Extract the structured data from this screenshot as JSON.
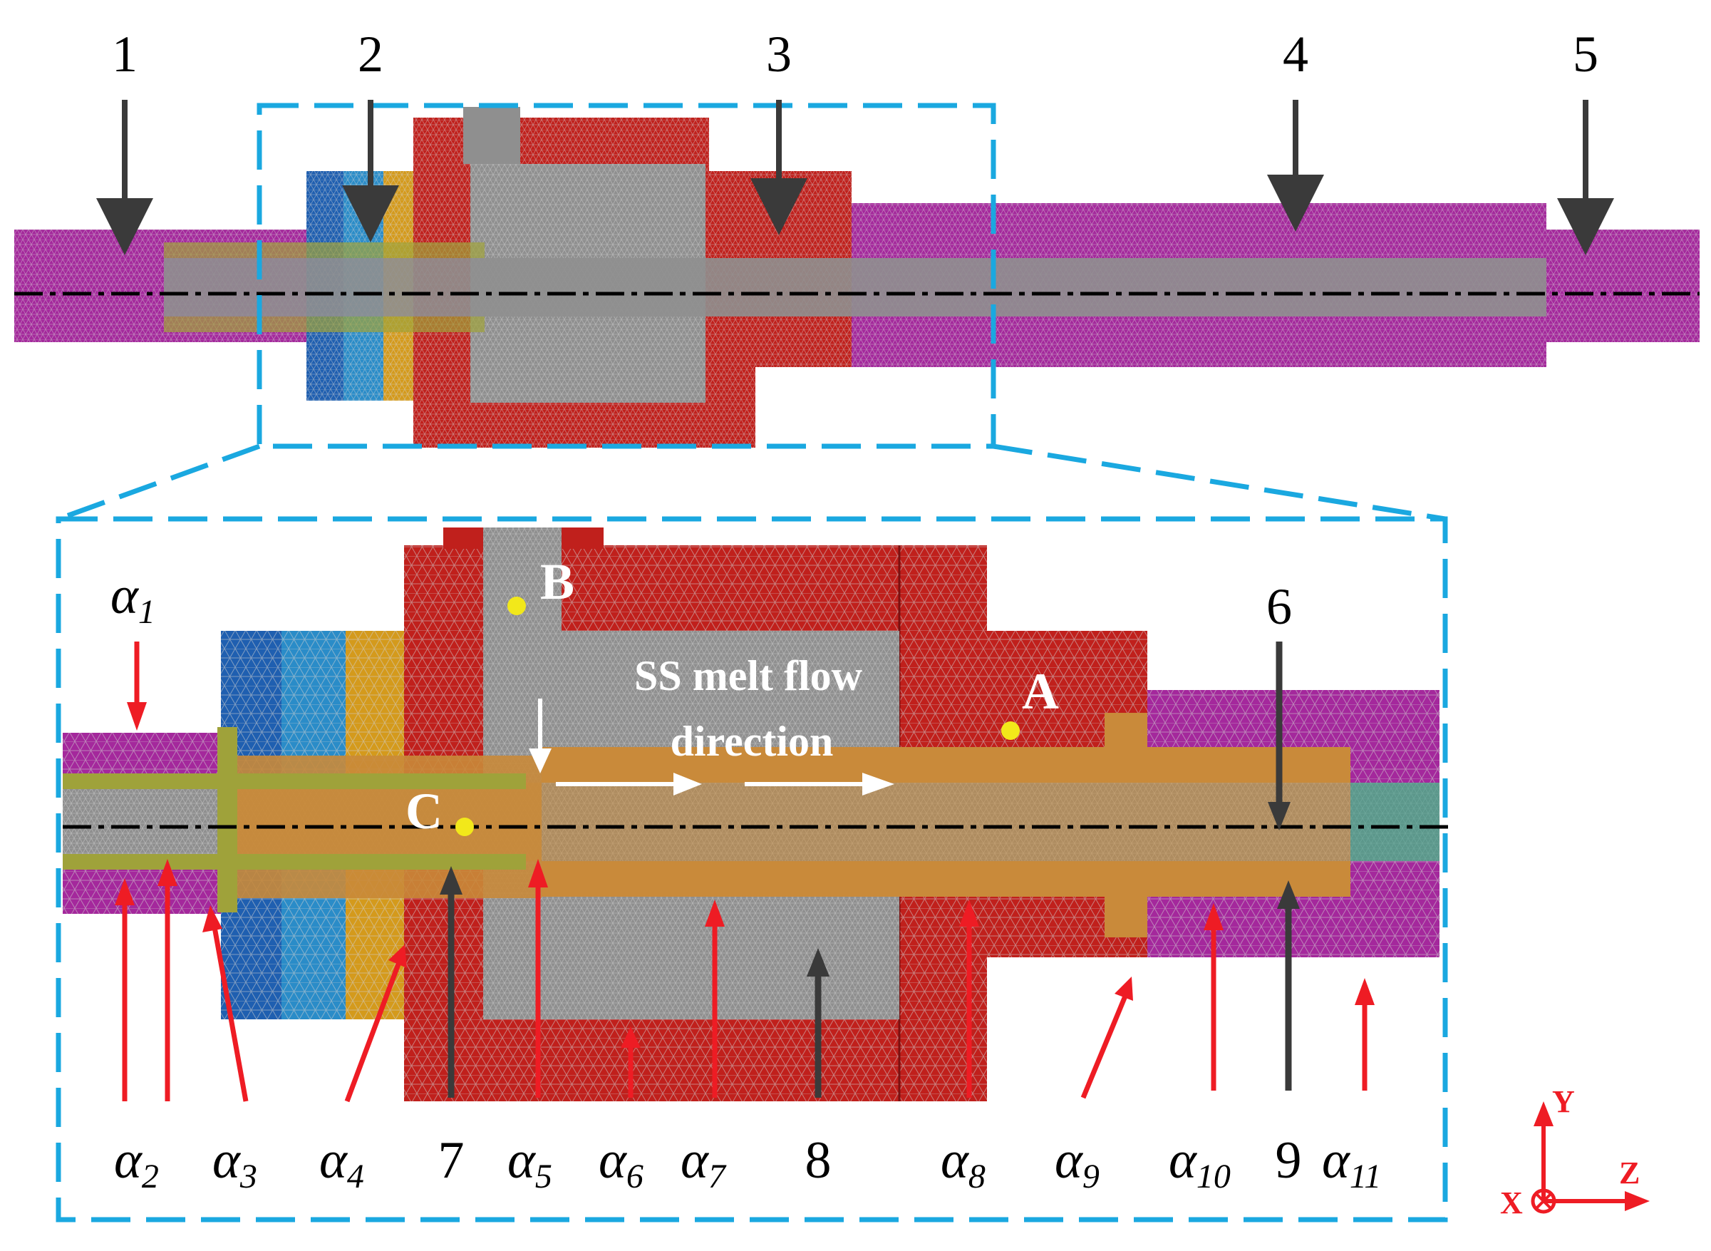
{
  "top_labels": [
    "1",
    "2",
    "3",
    "4",
    "5"
  ],
  "point_labels": {
    "a": "A",
    "b": "B",
    "c": "C"
  },
  "flow_text": {
    "line1": "SS melt flow",
    "line2": "direction"
  },
  "alpha_symbol": "α",
  "alpha_subscripts": [
    "1",
    "2",
    "3",
    "4",
    "5",
    "6",
    "7",
    "8",
    "9",
    "10",
    "11"
  ],
  "bottom_numbers": {
    "n6": "6",
    "n7": "7",
    "n8": "8",
    "n9": "9"
  },
  "axes": {
    "y": "Y",
    "z": "Z",
    "x": "X"
  },
  "colors": {
    "tube": "#a4289c",
    "die": "#c0201c",
    "steel_dark_blue": "#1f5fb0",
    "steel_light_blue": "#2a8cc8",
    "ring_orange": "#d49a1c",
    "melt_gray": "#8f8f8f",
    "melt_orange": "#c98a3a",
    "inner_olive": "#9fa23a",
    "zoom_box": "#1aa8e0",
    "arrow_red": "#ee1c24",
    "arrow_dark": "#3a3a3a",
    "point_yellow": "#f2e81a"
  }
}
